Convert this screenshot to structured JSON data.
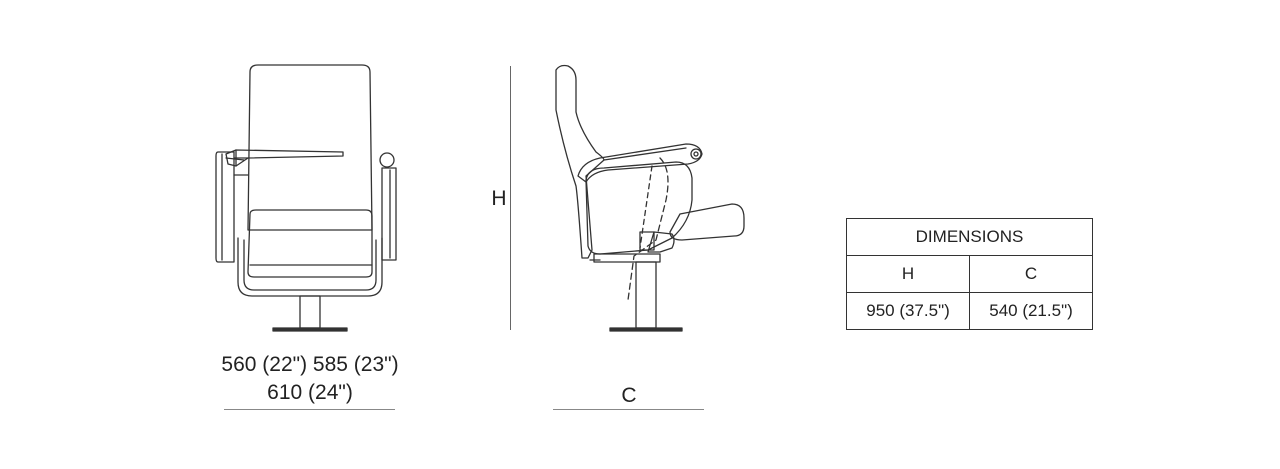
{
  "front_view": {
    "width_line1": "560 (22\") 585 (23\")",
    "width_line2": "610 (24\")"
  },
  "side_view": {
    "height_label": "H",
    "depth_label": "C"
  },
  "dimensions_table": {
    "title": "DIMENSIONS",
    "headers": [
      "H",
      "C"
    ],
    "values": [
      "950 (37.5\")",
      "540 (21.5\")"
    ]
  },
  "colors": {
    "line": "#333333",
    "text": "#222222",
    "background": "#ffffff"
  }
}
